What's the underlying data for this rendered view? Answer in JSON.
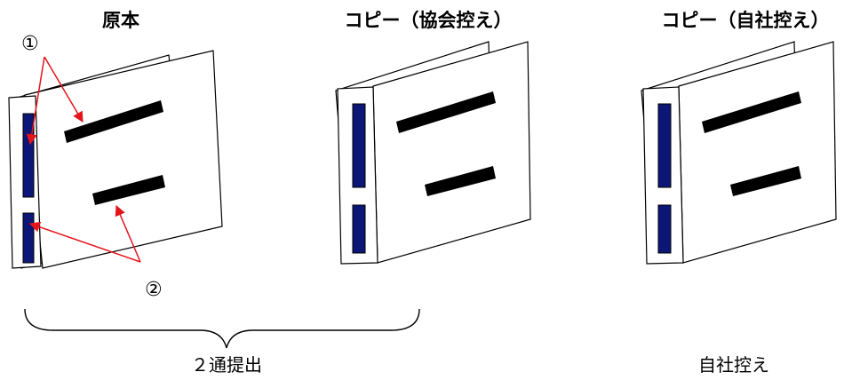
{
  "titles": {
    "original": "原本",
    "copy_association": "コピー（協会控え）",
    "copy_company": "コピー（自社控え）"
  },
  "markers": {
    "one": "①",
    "two": "②"
  },
  "captions": {
    "two_copies_submit": "２通提出",
    "own_copy": "自社控え"
  },
  "colors": {
    "binding_blue": "#0b1677",
    "arrow_red": "#e3141c",
    "bar_black": "#000000"
  }
}
